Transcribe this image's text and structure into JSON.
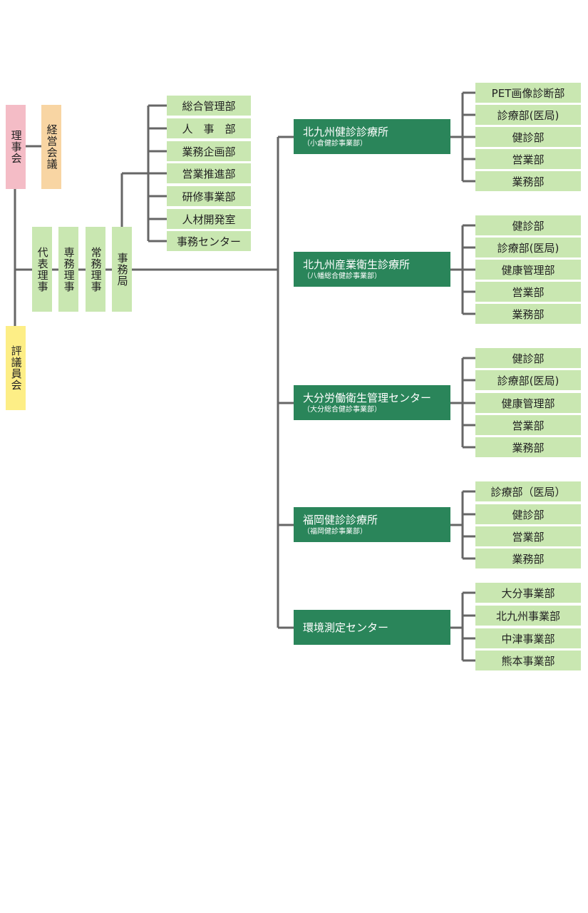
{
  "governance": {
    "board": "理事会",
    "management_council": "経営会議",
    "councillors": "評議員会"
  },
  "executives": [
    "代表理事",
    "専務理事",
    "常務理事",
    "事務局"
  ],
  "secretariat_departments": [
    "総合管理部",
    "人　事　部",
    "業務企画部",
    "営業推進部",
    "研修事業部",
    "人材開発室",
    "事務センター"
  ],
  "centers": [
    {
      "name": "北九州健診診療所",
      "sub": "（小倉健診事業部）",
      "departments": [
        "PET画像診断部",
        "診療部(医局)",
        "健診部",
        "営業部",
        "業務部"
      ]
    },
    {
      "name": "北九州産業衛生診療所",
      "sub": "（八幡総合健診事業部）",
      "departments": [
        "健診部",
        "診療部(医局)",
        "健康管理部",
        "営業部",
        "業務部"
      ]
    },
    {
      "name": "大分労働衛生管理センター",
      "sub": "（大分総合健診事業部）",
      "departments": [
        "健診部",
        "診療部(医局)",
        "健康管理部",
        "営業部",
        "業務部"
      ]
    },
    {
      "name": "福岡健診診療所",
      "sub": "（福岡健診事業部）",
      "departments": [
        "診療部（医局）",
        "健診部",
        "営業部",
        "業務部"
      ]
    },
    {
      "name": "環境測定センター",
      "sub": "",
      "departments": [
        "大分事業部",
        "北九州事業部",
        "中津事業部",
        "熊本事業部"
      ]
    }
  ],
  "colors": {
    "line": "#666666",
    "board": "#f4bcc6",
    "council": "#f8d5a3",
    "councillors": "#fdee86",
    "department": "#c9e7b1",
    "center": "#2a855a"
  }
}
